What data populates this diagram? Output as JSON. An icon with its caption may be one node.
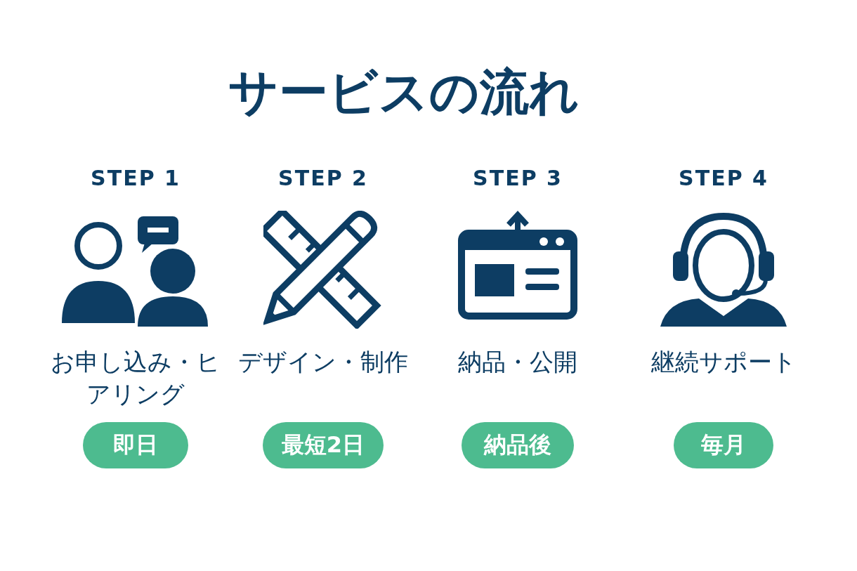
{
  "diagram": {
    "title": "サービスの流れ",
    "nodes": [
      {
        "text": [
          "即日"
        ]
      },
      {
        "text": [
          "最短2日"
        ]
      },
      {
        "text": [
          "納品後"
        ]
      },
      {
        "text": [
          "毎月"
        ]
      }
    ],
    "labels": [
      "STEP 1",
      "STEP 2",
      "STEP 3",
      "STEP 4",
      "お申し込み・ヒアリング",
      "デザイン・制作",
      "納品・公開",
      "継続サポート"
    ]
  }
}
